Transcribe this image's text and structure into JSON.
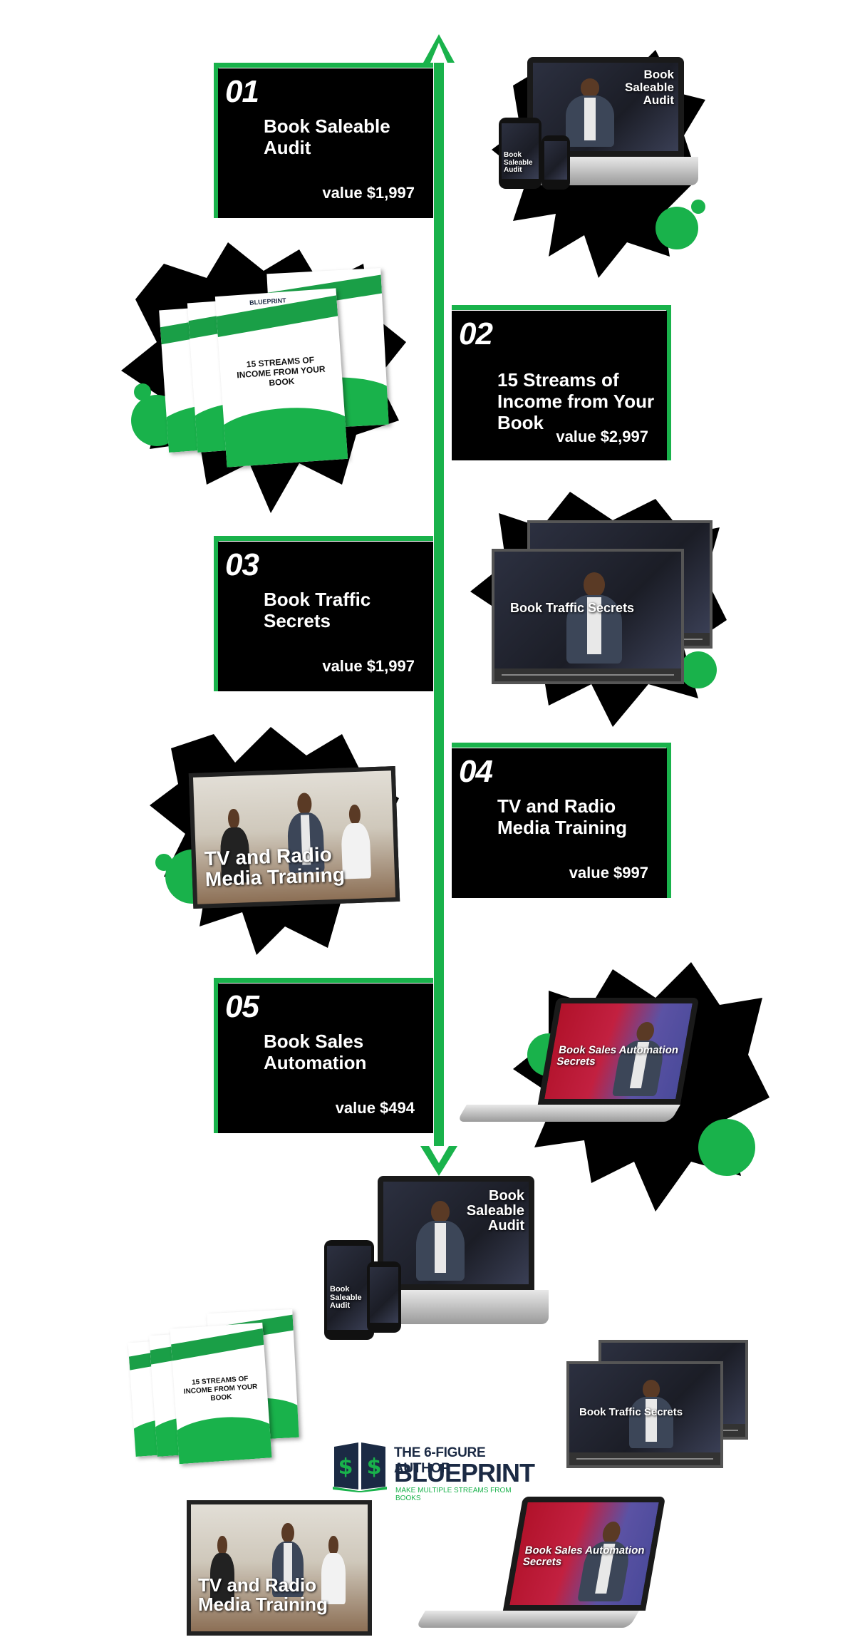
{
  "modules": [
    {
      "number": "01",
      "title": "Book Saleable Audit",
      "value": "value $1,997"
    },
    {
      "number": "02",
      "title": "15 Streams of Income from Your Book",
      "value": "value $2,997"
    },
    {
      "number": "03",
      "title": "Book Traffic Secrets",
      "value": "value $1,997"
    },
    {
      "number": "04",
      "title": "TV and Radio Media Training",
      "value": "value $997"
    },
    {
      "number": "05",
      "title": "Book Sales Automation",
      "value": "value $494"
    }
  ],
  "mockups": {
    "audit_screen": "Book Saleable Audit",
    "audit_phone": "Book Saleable Audit",
    "ebook_brand": "BLUEPRINT",
    "ebook_title": "15 STREAMS OF INCOME FROM YOUR BOOK",
    "traffic_screen": "Book Traffic Secrets",
    "media_screen": "TV and Radio Media Training",
    "automation_screen": "Book Sales Automation Secrets"
  },
  "logo": {
    "line1": "THE 6-FIGURE AUTHOR",
    "line2": "BLUEPRINT",
    "line3": "MAKE MULTIPLE STREAMS FROM BOOKS"
  },
  "colors": {
    "accent_green": "#19b24b",
    "card_background": "#000000",
    "page_background": "#ffffff"
  }
}
